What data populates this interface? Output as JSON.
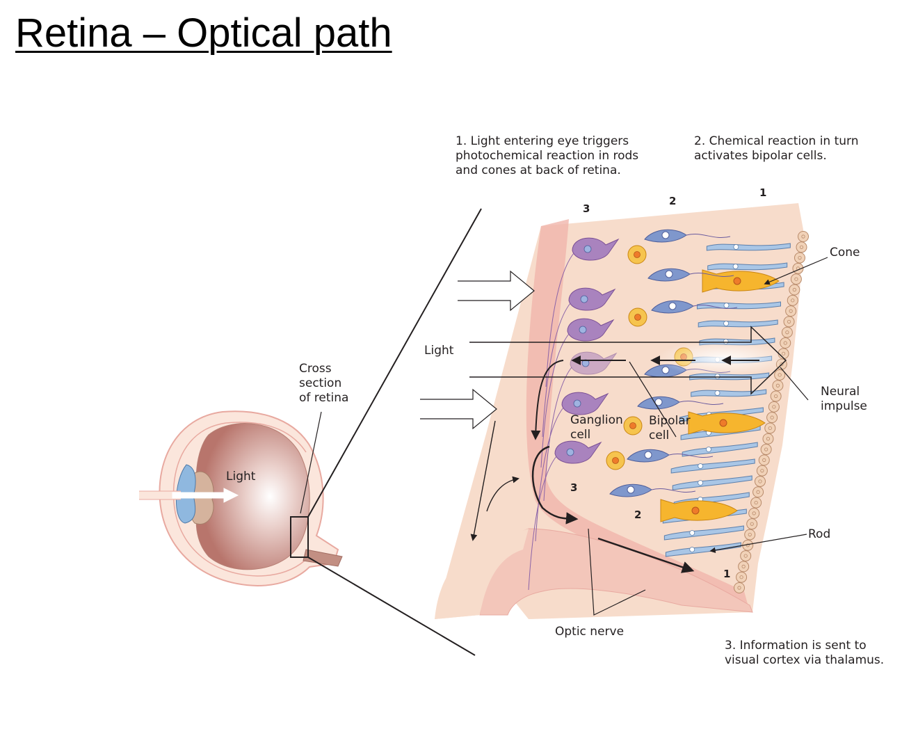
{
  "title": "Retina – Optical path",
  "labels": {
    "step1": [
      "1. Light entering eye triggers",
      "photochemical reaction in rods",
      "and cones at back of retina."
    ],
    "step2": [
      "2. Chemical reaction in turn",
      "activates bipolar cells."
    ],
    "step3": [
      "3. Information is sent to",
      "visual cortex via thalamus."
    ],
    "cross_section": [
      "Cross",
      "section",
      "of retina"
    ],
    "eye_light": "Light",
    "retina_light": "Light",
    "cone": "Cone",
    "rod": "Rod",
    "neural_impulse": [
      "Neural",
      "impulse"
    ],
    "ganglion_cell": [
      "Ganglion",
      "cell"
    ],
    "bipolar_cell": [
      "Bipolar",
      "cell"
    ],
    "optic_nerve": "Optic nerve"
  },
  "layer_numbers": {
    "top": [
      "3",
      "2",
      "1"
    ],
    "bottom": [
      "3",
      "2",
      "1"
    ]
  },
  "colors": {
    "ganglion": "#a983be",
    "bipolar": "#7f97cc",
    "horizontal": "#f5b93a",
    "cone": "#f6b52e",
    "rod": "#a9c6e6",
    "retina_tissue": "#f7dccb",
    "eyeball": "#c4857d",
    "lens": "#86b2dc"
  }
}
